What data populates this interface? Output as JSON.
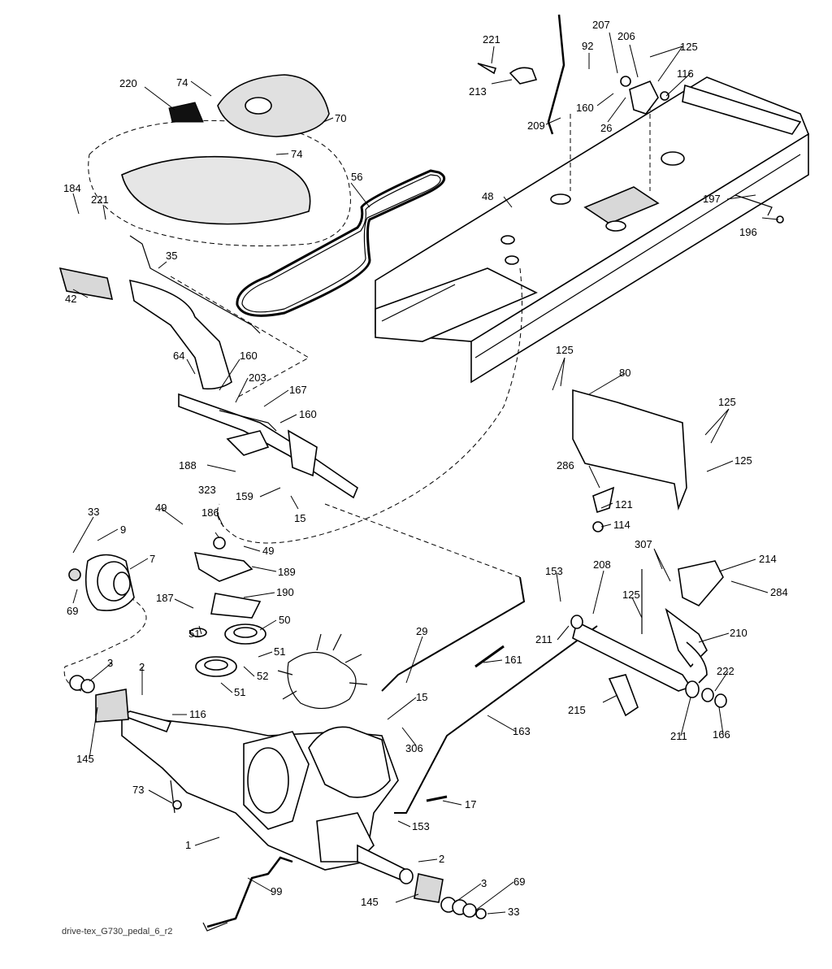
{
  "footer_text": "drive-tex_G730_pedal_6_r2",
  "callouts": [
    {
      "id": "c220",
      "label": "220"
    },
    {
      "id": "c74a",
      "label": "74"
    },
    {
      "id": "c70",
      "label": "70"
    },
    {
      "id": "c74b",
      "label": "74"
    },
    {
      "id": "c56",
      "label": "56"
    },
    {
      "id": "c184",
      "label": "184"
    },
    {
      "id": "c221a",
      "label": "221"
    },
    {
      "id": "c35",
      "label": "35"
    },
    {
      "id": "c42",
      "label": "42"
    },
    {
      "id": "c64",
      "label": "64"
    },
    {
      "id": "c160a",
      "label": "160"
    },
    {
      "id": "c203",
      "label": "203"
    },
    {
      "id": "c167",
      "label": "167"
    },
    {
      "id": "c160b",
      "label": "160"
    },
    {
      "id": "c188",
      "label": "188"
    },
    {
      "id": "c159",
      "label": "159"
    },
    {
      "id": "c15a",
      "label": "15"
    },
    {
      "id": "c323",
      "label": "323"
    },
    {
      "id": "c33a",
      "label": "33"
    },
    {
      "id": "c9",
      "label": "9"
    },
    {
      "id": "c49a",
      "label": "49"
    },
    {
      "id": "c186",
      "label": "186"
    },
    {
      "id": "c49b",
      "label": "49"
    },
    {
      "id": "c7",
      "label": "7"
    },
    {
      "id": "c189",
      "label": "189"
    },
    {
      "id": "c69a",
      "label": "69"
    },
    {
      "id": "c187",
      "label": "187"
    },
    {
      "id": "c190",
      "label": "190"
    },
    {
      "id": "c50",
      "label": "50"
    },
    {
      "id": "c51a",
      "label": "51"
    },
    {
      "id": "c51b",
      "label": "51"
    },
    {
      "id": "c52",
      "label": "52"
    },
    {
      "id": "c51c",
      "label": "51"
    },
    {
      "id": "c3a",
      "label": "3"
    },
    {
      "id": "c2a",
      "label": "2"
    },
    {
      "id": "c116a",
      "label": "116"
    },
    {
      "id": "c145a",
      "label": "145"
    },
    {
      "id": "c73",
      "label": "73"
    },
    {
      "id": "c1",
      "label": "1"
    },
    {
      "id": "c99",
      "label": "99"
    },
    {
      "id": "c145b",
      "label": "145"
    },
    {
      "id": "c2b",
      "label": "2"
    },
    {
      "id": "c3b",
      "label": "3"
    },
    {
      "id": "c69b",
      "label": "69"
    },
    {
      "id": "c33b",
      "label": "33"
    },
    {
      "id": "c29",
      "label": "29"
    },
    {
      "id": "c161",
      "label": "161"
    },
    {
      "id": "c15b",
      "label": "15"
    },
    {
      "id": "c306",
      "label": "306"
    },
    {
      "id": "c17",
      "label": "17"
    },
    {
      "id": "c153a",
      "label": "153"
    },
    {
      "id": "c163",
      "label": "163"
    },
    {
      "id": "c153b",
      "label": "153"
    },
    {
      "id": "c208",
      "label": "208"
    },
    {
      "id": "c125a",
      "label": "125"
    },
    {
      "id": "c211a",
      "label": "211"
    },
    {
      "id": "c210",
      "label": "210"
    },
    {
      "id": "c222",
      "label": "222"
    },
    {
      "id": "c215",
      "label": "215"
    },
    {
      "id": "c211b",
      "label": "211"
    },
    {
      "id": "c166",
      "label": "166"
    },
    {
      "id": "c307",
      "label": "307"
    },
    {
      "id": "c214",
      "label": "214"
    },
    {
      "id": "c284",
      "label": "284"
    },
    {
      "id": "c125b",
      "label": "125"
    },
    {
      "id": "c80",
      "label": "80"
    },
    {
      "id": "c125c",
      "label": "125"
    },
    {
      "id": "c125d",
      "label": "125"
    },
    {
      "id": "c286",
      "label": "286"
    },
    {
      "id": "c121",
      "label": "121"
    },
    {
      "id": "c114",
      "label": "114"
    },
    {
      "id": "c48",
      "label": "48"
    },
    {
      "id": "c197",
      "label": "197"
    },
    {
      "id": "c196",
      "label": "196"
    },
    {
      "id": "c221b",
      "label": "221"
    },
    {
      "id": "c213",
      "label": "213"
    },
    {
      "id": "c92",
      "label": "92"
    },
    {
      "id": "c207",
      "label": "207"
    },
    {
      "id": "c206",
      "label": "206"
    },
    {
      "id": "c125e",
      "label": "125"
    },
    {
      "id": "c116b",
      "label": "116"
    },
    {
      "id": "c160c",
      "label": "160"
    },
    {
      "id": "c26",
      "label": "26"
    },
    {
      "id": "c209",
      "label": "209"
    }
  ]
}
